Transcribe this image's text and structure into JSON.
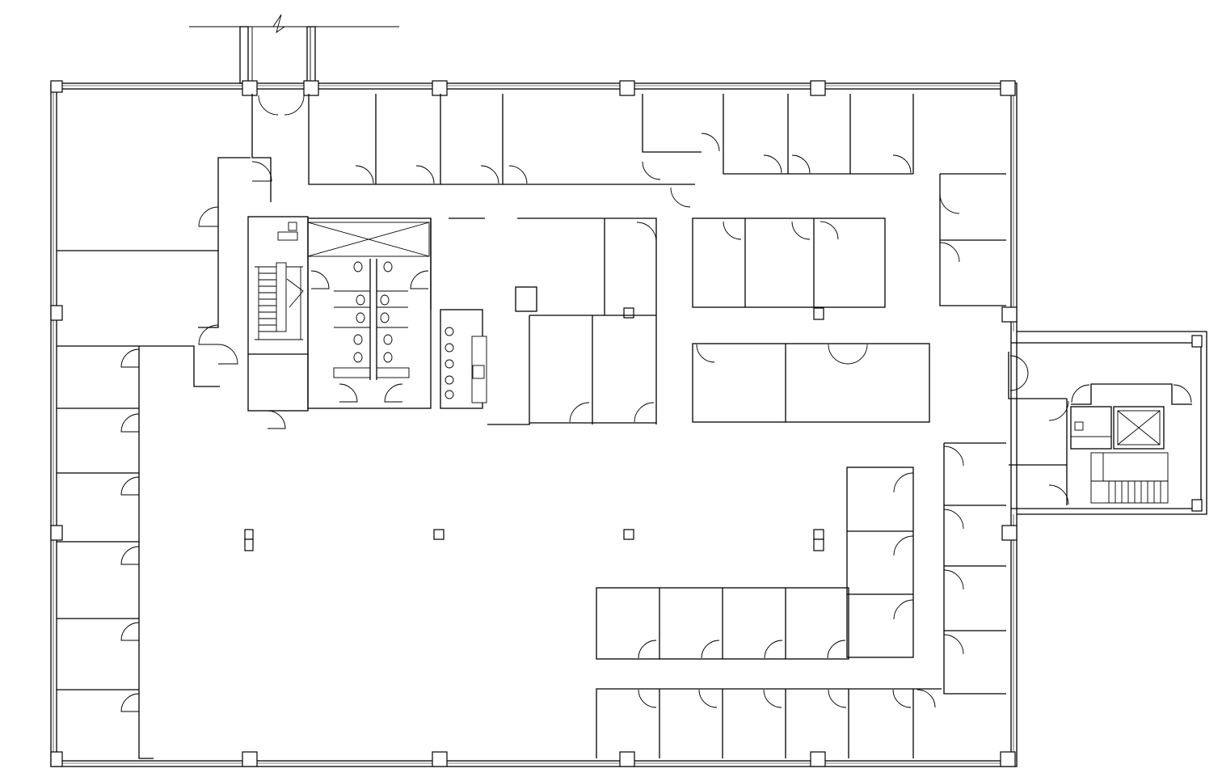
{
  "drawing": {
    "type": "floor-plan",
    "line_color": "#000000",
    "background": "#ffffff",
    "symbols": [
      "elevator",
      "stair",
      "restroom-fixture",
      "door-swing",
      "column",
      "window-wall"
    ]
  }
}
